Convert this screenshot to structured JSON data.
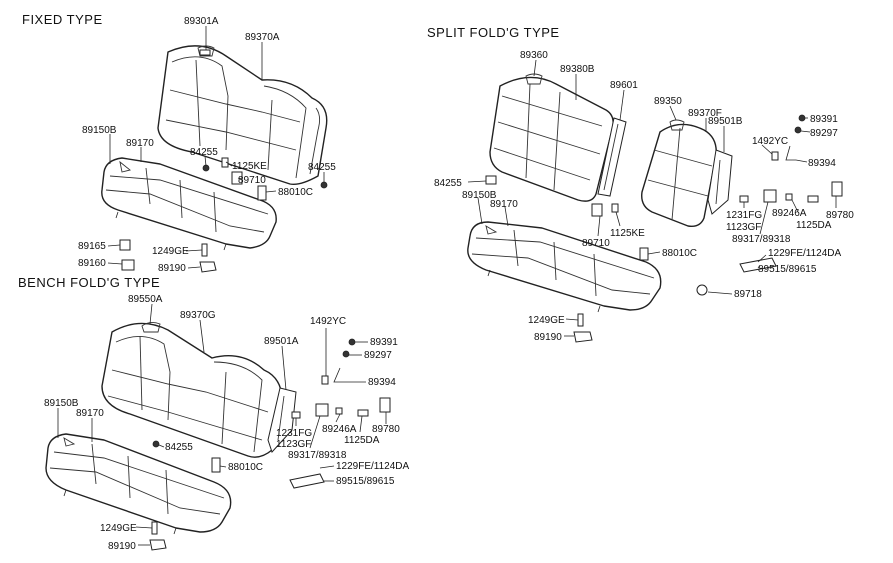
{
  "sections": {
    "fixed": "FIXED  TYPE",
    "split": "SPLIT FOLD'G TYPE",
    "bench": "BENCH FOLD'G TYPE"
  },
  "labels": {
    "p89301A": "89301A",
    "p89370A": "89370A",
    "p89150B_fixed": "89150B",
    "p89170_fixed": "89170",
    "p84255_fixed_l": "84255",
    "p1125KE_fixed": "1125KE",
    "p84255_fixed_r": "84255",
    "p89710_fixed": "89710",
    "p88010C_fixed": "88010C",
    "p89165": "89165",
    "p89160": "89160",
    "p1249GE_fixed": "1249GE",
    "p89190_fixed": "89190",
    "p89360": "89360",
    "p89380B": "89380B",
    "p89601": "89601",
    "p89350": "89350",
    "p89370F": "89370F",
    "p89501B": "89501B",
    "p89391_split": "89391",
    "p89297_split": "89297",
    "p1492YC_split": "1492YC",
    "p89394_split": "89394",
    "p84255_split": "84255",
    "p89150B_split": "89150B",
    "p89170_split": "89170",
    "p1125KE_split": "1125KE",
    "p89710_split": "89710",
    "p88010C_split": "88010C",
    "p1231FG_split": "1231FG",
    "p1123GF_split": "1123GF",
    "p89246A_split": "89246A",
    "p1125DA_split": "1125DA",
    "p89780_split": "89780",
    "p89317_split": "89317/89318",
    "p1229FE_split": "1229FE/1124DA",
    "p89515_split": "89515/89615",
    "p89718": "89718",
    "p1249GE_split": "1249GE",
    "p89190_split": "89190",
    "p89550A": "89550A",
    "p89370G": "89370G",
    "p1492YC_bench": "1492YC",
    "p89501A": "89501A",
    "p89391_bench": "89391",
    "p89297_bench": "89297",
    "p89394_bench": "89394",
    "p89150B_bench": "89150B",
    "p89170_bench": "89170",
    "p84255_bench": "84255",
    "p1231FG_bench": "1231FG",
    "p1123GF_bench": "1123GF",
    "p89246A_bench": "89246A",
    "p89780_bench": "89780",
    "p1125DA_bench": "1125DA",
    "p89317_bench": "89317/89318",
    "p88010C_bench": "88010C",
    "p1229FE_bench": "1229FE/1124DA",
    "p89515_bench": "89515/89615",
    "p1249GE_bench": "1249GE",
    "p89190_bench": "89190"
  }
}
